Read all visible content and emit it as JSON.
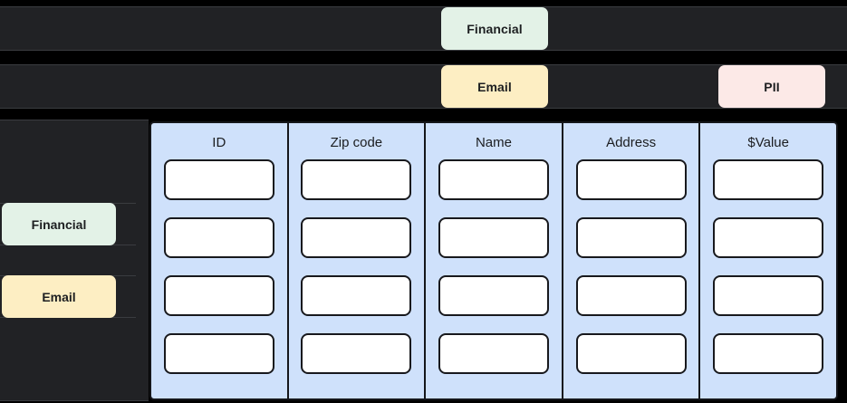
{
  "theme": {
    "page_background": "#000000",
    "panel_background": "#212225",
    "panel_border": "#3a3c40",
    "table_background": "#cfe1fb",
    "table_border": "#15161a",
    "cell_background": "#ffffff",
    "cell_border": "#18191d",
    "tag_financial_color": "#e3f2e7",
    "tag_email_color": "#fdeec3",
    "tag_pii_color": "#fce9e7",
    "text_color": "#1d1f21"
  },
  "classification_bars": {
    "rows": [
      {
        "tags": [
          {
            "label": "Financial",
            "kind": "financial"
          }
        ]
      },
      {
        "tags": [
          {
            "label": "Email",
            "kind": "email"
          },
          {
            "label": "PII",
            "kind": "pii"
          }
        ]
      }
    ],
    "tag_financial_top": "Financial",
    "tag_email_top": "Email",
    "tag_pii_top": "PII"
  },
  "sidebar": {
    "items": [
      {
        "label": "Financial",
        "kind": "financial"
      },
      {
        "label": "Email",
        "kind": "email"
      }
    ],
    "item_financial": "Financial",
    "item_email": "Email"
  },
  "table": {
    "columns": [
      {
        "header": "ID",
        "cells": [
          "",
          "",
          "",
          ""
        ]
      },
      {
        "header": "Zip code",
        "cells": [
          "",
          "",
          "",
          ""
        ]
      },
      {
        "header": "Name",
        "cells": [
          "",
          "",
          "",
          ""
        ]
      },
      {
        "header": "Address",
        "cells": [
          "",
          "",
          "",
          ""
        ]
      },
      {
        "header": "$Value",
        "cells": [
          "",
          "",
          "",
          ""
        ]
      }
    ],
    "header_id": "ID",
    "header_zip_code": "Zip code",
    "header_name": "Name",
    "header_address": "Address",
    "header_value": "$Value",
    "row_count": 4,
    "column_count": 5
  }
}
